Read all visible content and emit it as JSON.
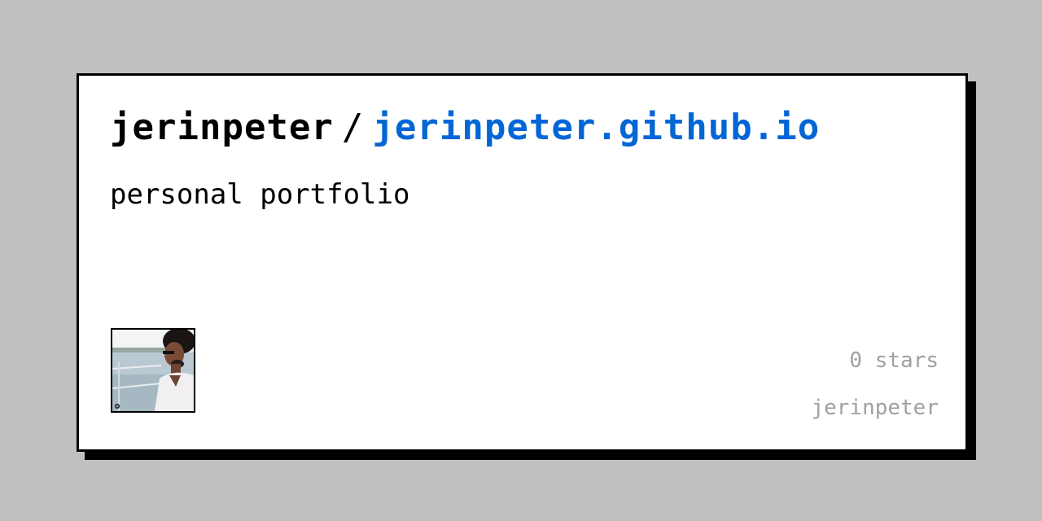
{
  "repo": {
    "owner": "jerinpeter",
    "separator": "/",
    "name": "jerinpeter.github.io",
    "description": "personal portfolio"
  },
  "stats": {
    "stars": "0 stars"
  },
  "footer": {
    "owner": "jerinpeter"
  },
  "colors": {
    "background": "#c0c0c0",
    "card": "#ffffff",
    "border": "#000000",
    "repo_link": "#0366d6",
    "muted_text": "#a0a0a0"
  },
  "icons": {
    "avatar": "user-avatar-photo"
  }
}
